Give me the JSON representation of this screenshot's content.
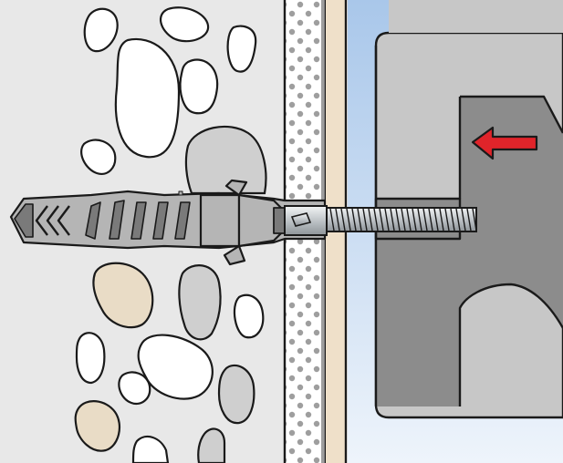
{
  "figure": {
    "kind": "technical installation illustration",
    "layers": [
      "concrete-wall",
      "plaster-layer",
      "insulation-gap",
      "fixture-bracket"
    ],
    "icons": [
      "wall-plug-icon",
      "screw-icon",
      "direction-arrow-icon"
    ]
  },
  "colors": {
    "outline": "#1a1a1a",
    "concrete": "#e8e8e8",
    "pebble_white": "#ffffff",
    "pebble_grey": "#cfcfcf",
    "pebble_sand": "#e9dcc6",
    "plaster": "#ffffff",
    "plaster_dots": "#9e9e9e",
    "wood_strip": "#efe0c9",
    "sky_top": "#a9c7ea",
    "sky_bottom": "#eef4fb",
    "bracket_light": "#c7c7c7",
    "bracket_dark": "#8c8c8c",
    "plug": "#b5b5b5",
    "plug_dark": "#7a7a7a",
    "screw": "#cfd3d6",
    "arrow": "#e0242a"
  },
  "annotations": {
    "arrow_direction": "left"
  }
}
